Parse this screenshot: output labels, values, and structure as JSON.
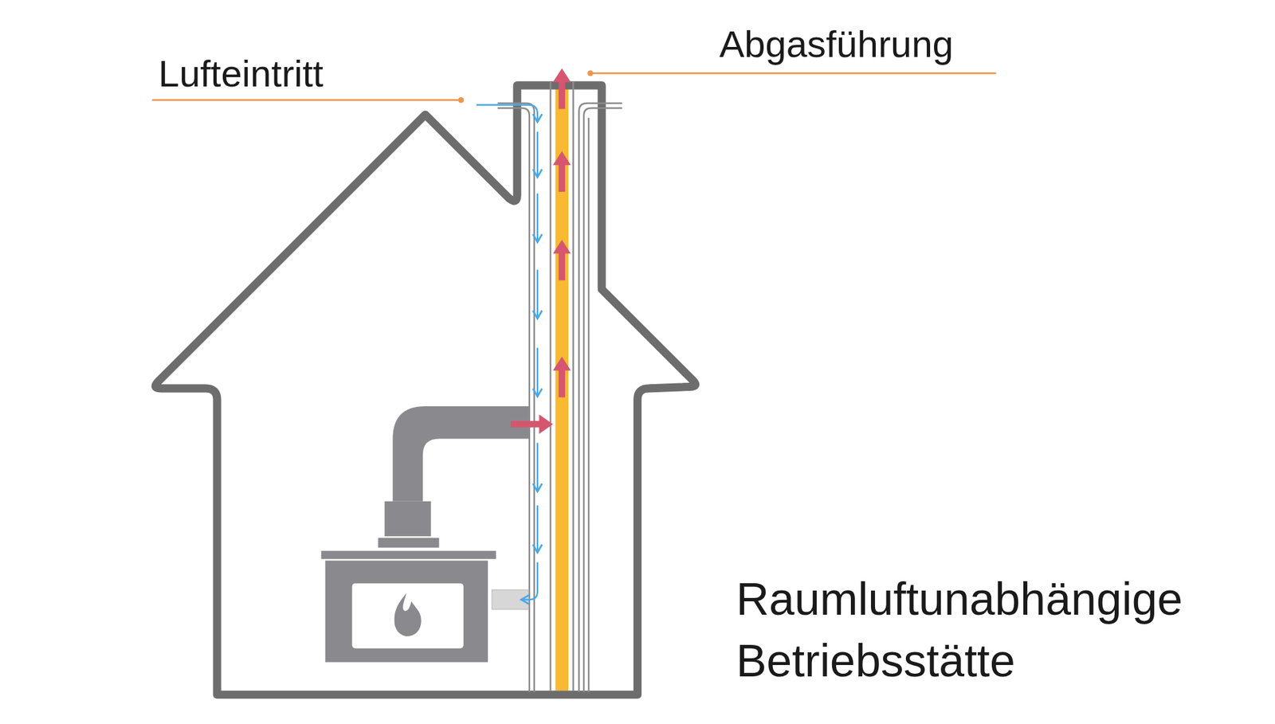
{
  "diagram": {
    "caption": "Raumluftunabhängige Betriebsstätte",
    "labels": [
      "Lufteintritt",
      "Abgasführung"
    ]
  }
}
